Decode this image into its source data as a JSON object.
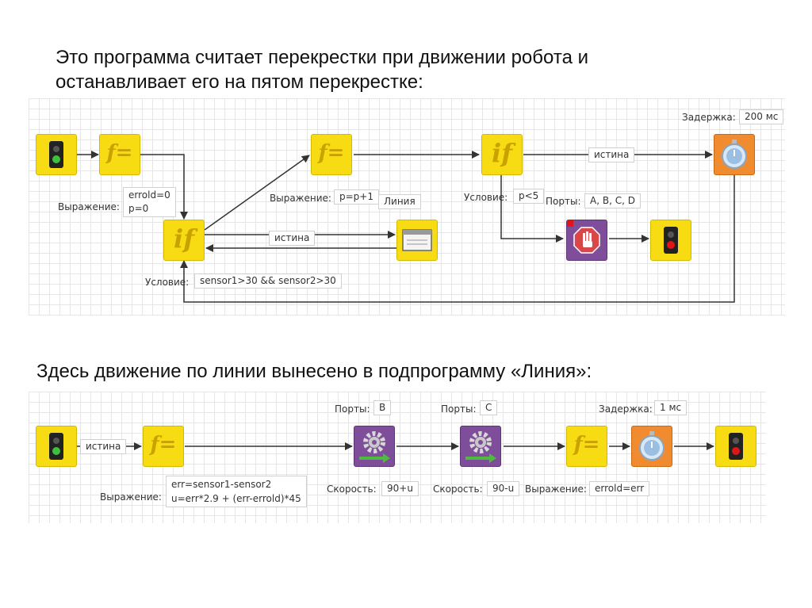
{
  "captions": {
    "top_line1": "Это программа считает перекрестки при движении робота и",
    "top_line2": "останавливает его на пятом перекрестке:",
    "bottom": "Здесь движение по линии вынесено в подпрограмму «Линия»:"
  },
  "diagram1": {
    "start_expr_label": "Выражение:",
    "start_expr_line1": "errold=0",
    "start_expr_line2": "p=0",
    "if1_condition_label": "Условие:",
    "if1_condition": "sensor1>30 && sensor2>30",
    "counter_expr_label": "Выражение:",
    "counter_expr": "p=p+1",
    "subprogram_label": "Линия",
    "true_label_if1": "истина",
    "if2_condition_label": "Условие:",
    "if2_condition": "p<5",
    "true_label_if2": "истина",
    "ports_label": "Порты:",
    "ports_value": "A, B, C, D",
    "delay_label": "Задержка:",
    "delay_value": "200",
    "delay_unit": "мс"
  },
  "diagram2": {
    "true_label": "истина",
    "expr_label": "Выражение:",
    "expr_line1": "err=sensor1-sensor2",
    "expr_line2": "u=err*2.9 + (err-errold)*45",
    "motor1_ports_label": "Порты:",
    "motor1_ports_value": "B",
    "motor1_speed_label": "Скорость:",
    "motor1_speed_value": "90+u",
    "motor2_ports_label": "Порты:",
    "motor2_ports_value": "C",
    "motor2_speed_label": "Скорость:",
    "motor2_speed_value": "90-u",
    "expr2_label": "Выражение:",
    "expr2_value": "errold=err",
    "delay_label": "Задержка:",
    "delay_value": "1",
    "delay_unit": "мс"
  },
  "colors": {
    "block_yellow": "#f7dc13",
    "block_purple": "#7f4e9b",
    "block_orange": "#f08c2f",
    "traffic_green": "#3fbf3f",
    "traffic_red": "#e01616"
  },
  "icons": [
    "traffic-light-green-icon",
    "function-icon",
    "if-icon",
    "window-icon",
    "stop-hand-icon",
    "traffic-light-red-icon",
    "timer-icon",
    "motor-gear-icon"
  ]
}
